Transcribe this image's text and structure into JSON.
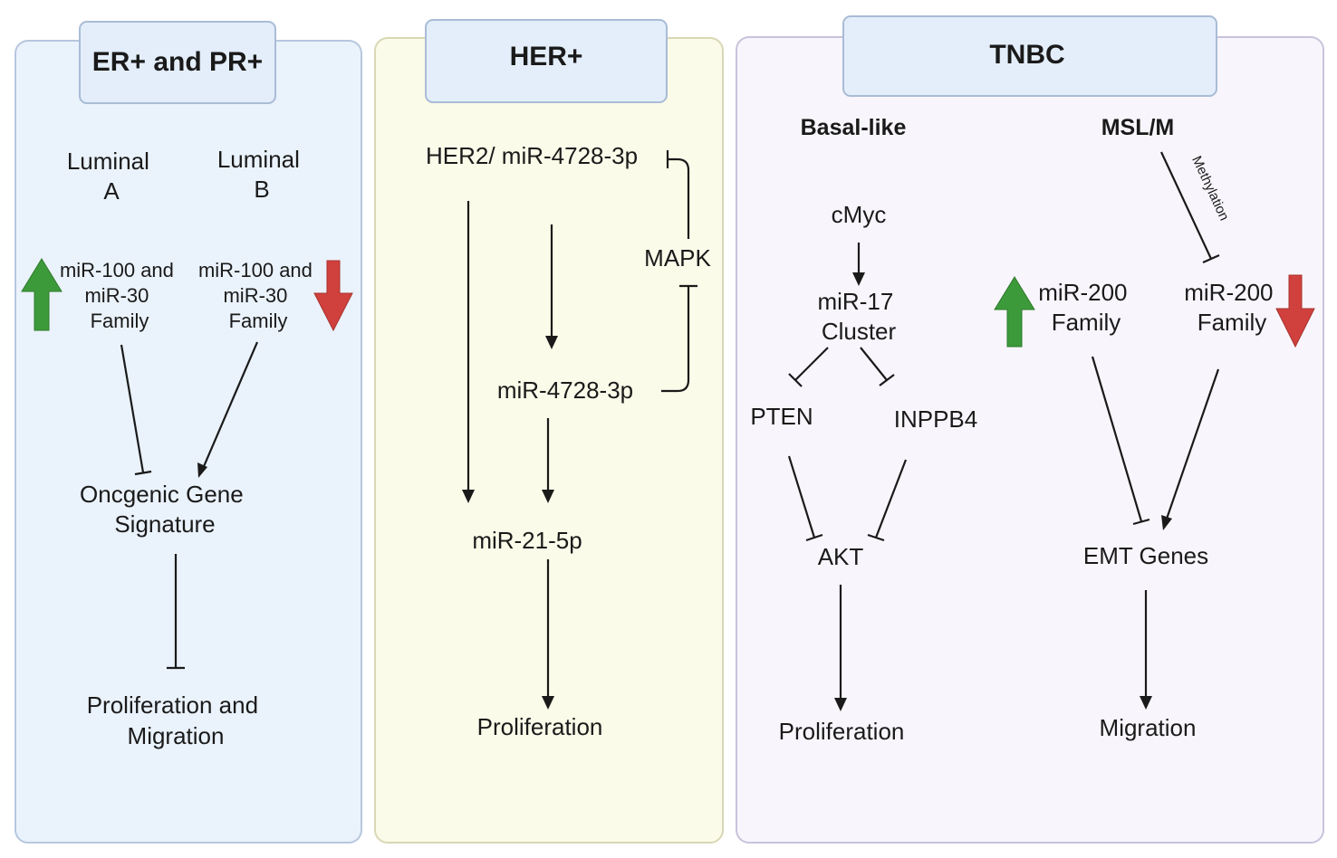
{
  "panels": {
    "er": {
      "title": "ER+ and PR+",
      "luminal_a": [
        "Luminal",
        "A"
      ],
      "luminal_b": [
        "Luminal",
        "B"
      ],
      "mir_left": [
        "miR-100 and",
        "miR-30",
        "Family"
      ],
      "mir_right": [
        "miR-100 and",
        "miR-30",
        "Family"
      ],
      "oncogenic": [
        "Oncgenic Gene",
        "Signature"
      ],
      "outcome": [
        "Proliferation and",
        "Migration"
      ]
    },
    "her": {
      "title": "HER+",
      "her2": "HER2/ miR-4728-3p",
      "mapk": "MAPK",
      "mir4728": "miR-4728-3p",
      "mir21": "miR-21-5p",
      "outcome": "Proliferation"
    },
    "tnbc": {
      "title": "TNBC",
      "basal": "Basal-like",
      "msl": "MSL/M",
      "methylation": "Methylation",
      "cmyc": "cMyc",
      "mir17": [
        "miR-17",
        "Cluster"
      ],
      "pten": "PTEN",
      "inppb4": "INPPB4",
      "akt": "AKT",
      "prolif": "Proliferation",
      "mir200_left": [
        "miR-200",
        "Family"
      ],
      "mir200_right": [
        "miR-200",
        "Family"
      ],
      "emt": "EMT Genes",
      "migration": "Migration"
    }
  },
  "colors": {
    "er_bg": "#eaf2fb",
    "her_bg": "#fbfbe9",
    "tnbc_bg": "#f8f6fc",
    "panel_border": "#b7c7df",
    "header_bg": "#e3eefa",
    "up_arrow": "#3d9a3a",
    "down_arrow": "#d0403c"
  }
}
